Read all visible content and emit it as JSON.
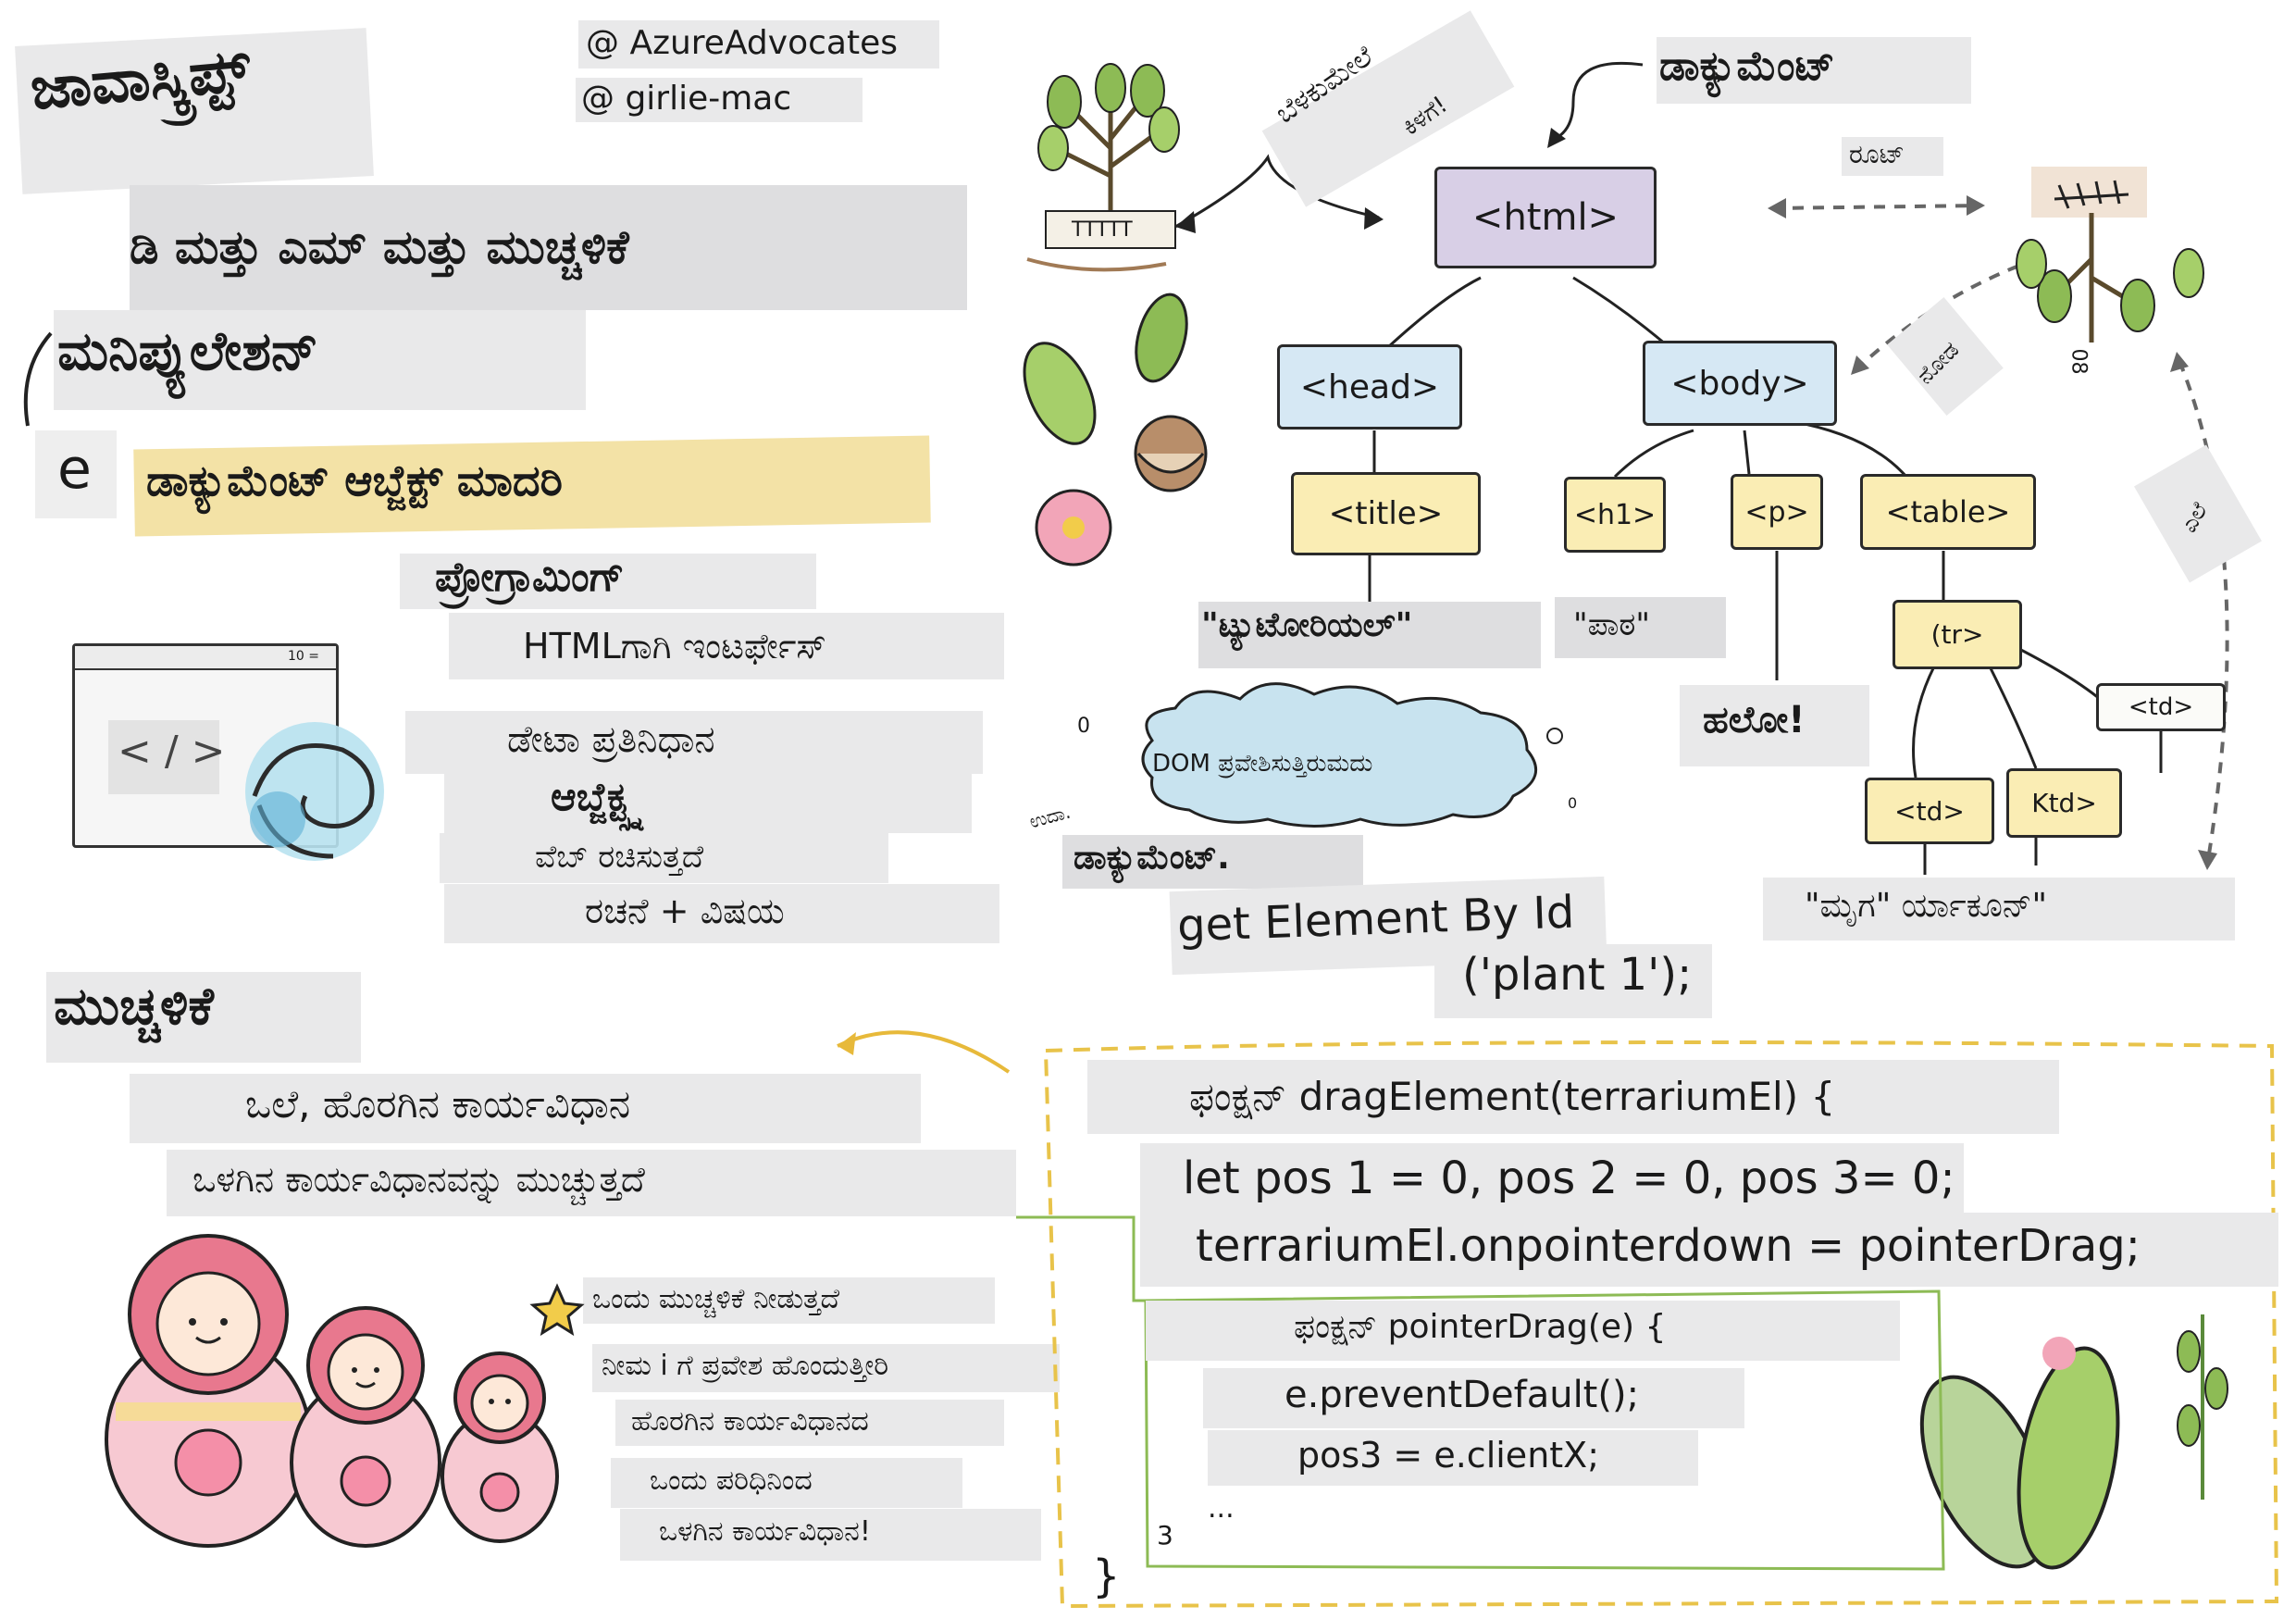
{
  "header": {
    "title": "ಜಾವಾಸ್ಕ್ರಿಪ್ಟ್",
    "credit_1": "@ AzureAdvocates",
    "credit_2": "@ girlie-mac"
  },
  "left": {
    "subtitle": "ಡಿ ಮತ್ತು ಎಮ್ ಮತ್ತು ಮುಚ್ಚಳಿಕೆ",
    "manipulation": "ಮನಿಪ್ಯುಲೇಶನ್",
    "e_glyph": "e",
    "dom_title": "ಡಾಕ್ಯುಮೆಂಟ್ ಆಬ್ಜೆಕ್ಟ್ ಮಾದರಿ",
    "programming": "ಪ್ರೋಗ್ರಾಮಿಂಗ್",
    "interface": "HTMLಗಾಗಿ ಇಂಟರ್ಫೇಸ್",
    "data_rep": "ಡೇಟಾ ಪ್ರತಿನಿಧಾನ",
    "objects": "ಆಬ್ಜೆಕ್ಟ್ಸ್ನ",
    "web_builds": "ವೆಬ್ ರಚಿಸುತ್ತದೆ",
    "structure": "ರಚನೆ + ವಿಷಯ",
    "browser": {
      "counter": "10 =",
      "code_glyph": "< / >"
    }
  },
  "closure": {
    "title": "ಮುಚ್ಚಳಿಕೆ",
    "line1": "ಒಲೆ, ಹೊರಗಿನ ಕಾರ್ಯವಿಧಾನ",
    "line2": "ಒಳಗಿನ ಕಾರ್ಯವಿಧಾನವನ್ನು ಮುಚ್ಚುತ್ತದೆ",
    "note1": "ಒಂದು ಮುಚ್ಚಳಿಕೆ ನೀಡುತ್ತದೆ",
    "note2": "ನೀಮ i ಗೆ ಪ್ರವೇಶ ಹೊಂದುತ್ತೀರಿ",
    "note3": "ಹೊರಗಿನ ಕಾರ್ಯವಿಧಾನದ",
    "note4": "ಒಂದು ಪರಿಧಿನಿಂದ",
    "note5": "ಒಳಗಿನ ಕಾರ್ಯವಿಧಾನ!"
  },
  "tree": {
    "document_label": "ಡಾಕ್ಯುಮೆಂಟ್",
    "root_label": "ರೂಟ್",
    "grow_1": "ಬೆಳಕುಮೇಲೆ",
    "grow_2": "ಕಿಳಗೆ!",
    "pot_label": "TTTTT",
    "plant_num": "08",
    "side_1": "ನೋಡ",
    "side_2": "ಎಲೆ",
    "nodes": {
      "html": "<html>",
      "head": "<head>",
      "body": "<body>",
      "title": "<title>",
      "h1": "<h1>",
      "p": "<p>",
      "table": "<table>",
      "tr": "(tr>",
      "td1": "<td>",
      "td2": "<td>",
      "td3": "Ktd>"
    },
    "title_text": "\"ಟ್ಯುಟೋರಿಯಲ್\"",
    "h1_text": "\"ಪಾಠ\"",
    "p_text": "ಹಲೋ!",
    "td_text": "\"ಮೃಗ\" ರ್ಯಾಕೂನ್\""
  },
  "access": {
    "zero_1": "0",
    "zero_2": "0",
    "cloud_text": "DOM ಪ್ರವೇಶಿಸುತ್ತಿರುಮದು",
    "eg_label": "ಉದಾ.",
    "document_dot": "ಡಾಕ್ಯುಮೆಂಟ್.",
    "get_by_id": "get Element By Id",
    "arg": "('plant 1');"
  },
  "code": {
    "line1": "ಫಂಕ್ಷನ್ dragElement(terrariumEl) {",
    "line2": "let pos 1 = 0, pos 2 = 0, pos 3= 0;",
    "line3": "terrariumEl.onpointerdown = pointerDrag;",
    "inner1": "ಫಂಕ್ಷನ್ pointerDrag(e) {",
    "inner2": "e.preventDefault();",
    "inner3": "pos3 = e.clientX;",
    "dots": "...",
    "three": "3",
    "brace": "}"
  },
  "colors": {
    "yellow_dash": "#e8c34a",
    "green_line": "#8dbb55",
    "arrow_yellow": "#e7b93a"
  }
}
